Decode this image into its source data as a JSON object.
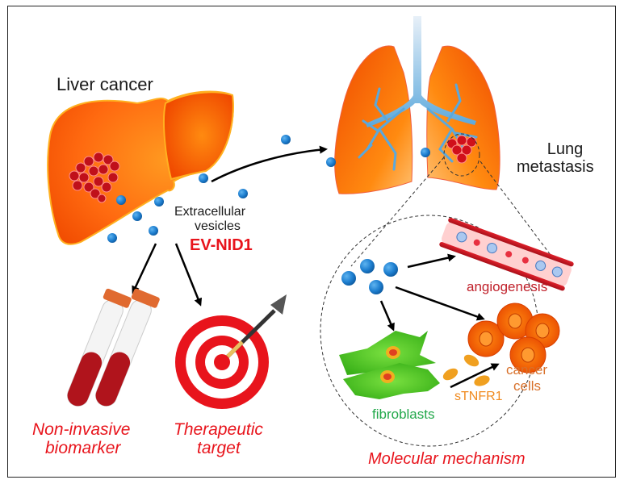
{
  "labels": {
    "liver_cancer": "Liver cancer",
    "lung_metastasis_line1": "Lung",
    "lung_metastasis_line2": "metastasis",
    "ev_line1": "Extracellular",
    "ev_line2": "vesicles",
    "ev_nid1": "EV-NID1",
    "biomarker_line1": "Non-invasive",
    "biomarker_line2": "biomarker",
    "therapeutic_line1": "Therapeutic",
    "therapeutic_line2": "target",
    "angiogenesis": "angiogenesis",
    "cancer_cells_line1": "cancer",
    "cancer_cells_line2": "cells",
    "stnfr1": "sTNFR1",
    "fibroblasts": "fibroblasts",
    "molecular_mechanism": "Molecular mechanism"
  },
  "colors": {
    "organ_orange": "#ff7a10",
    "organ_dark": "#f04a00",
    "vesicle_blue": "#1e7fd0",
    "label_red": "#e8141c",
    "angiogenesis_red": "#c0202a",
    "cancer_cell_orange": "#ff6a00",
    "fibroblast_green": "#46c41e",
    "fibroblast_label": "#22a84a",
    "stnfr1_orange": "#f08a1e",
    "cancer_label": "#d8702a",
    "bronchi_blue": "#5aa8dc"
  }
}
